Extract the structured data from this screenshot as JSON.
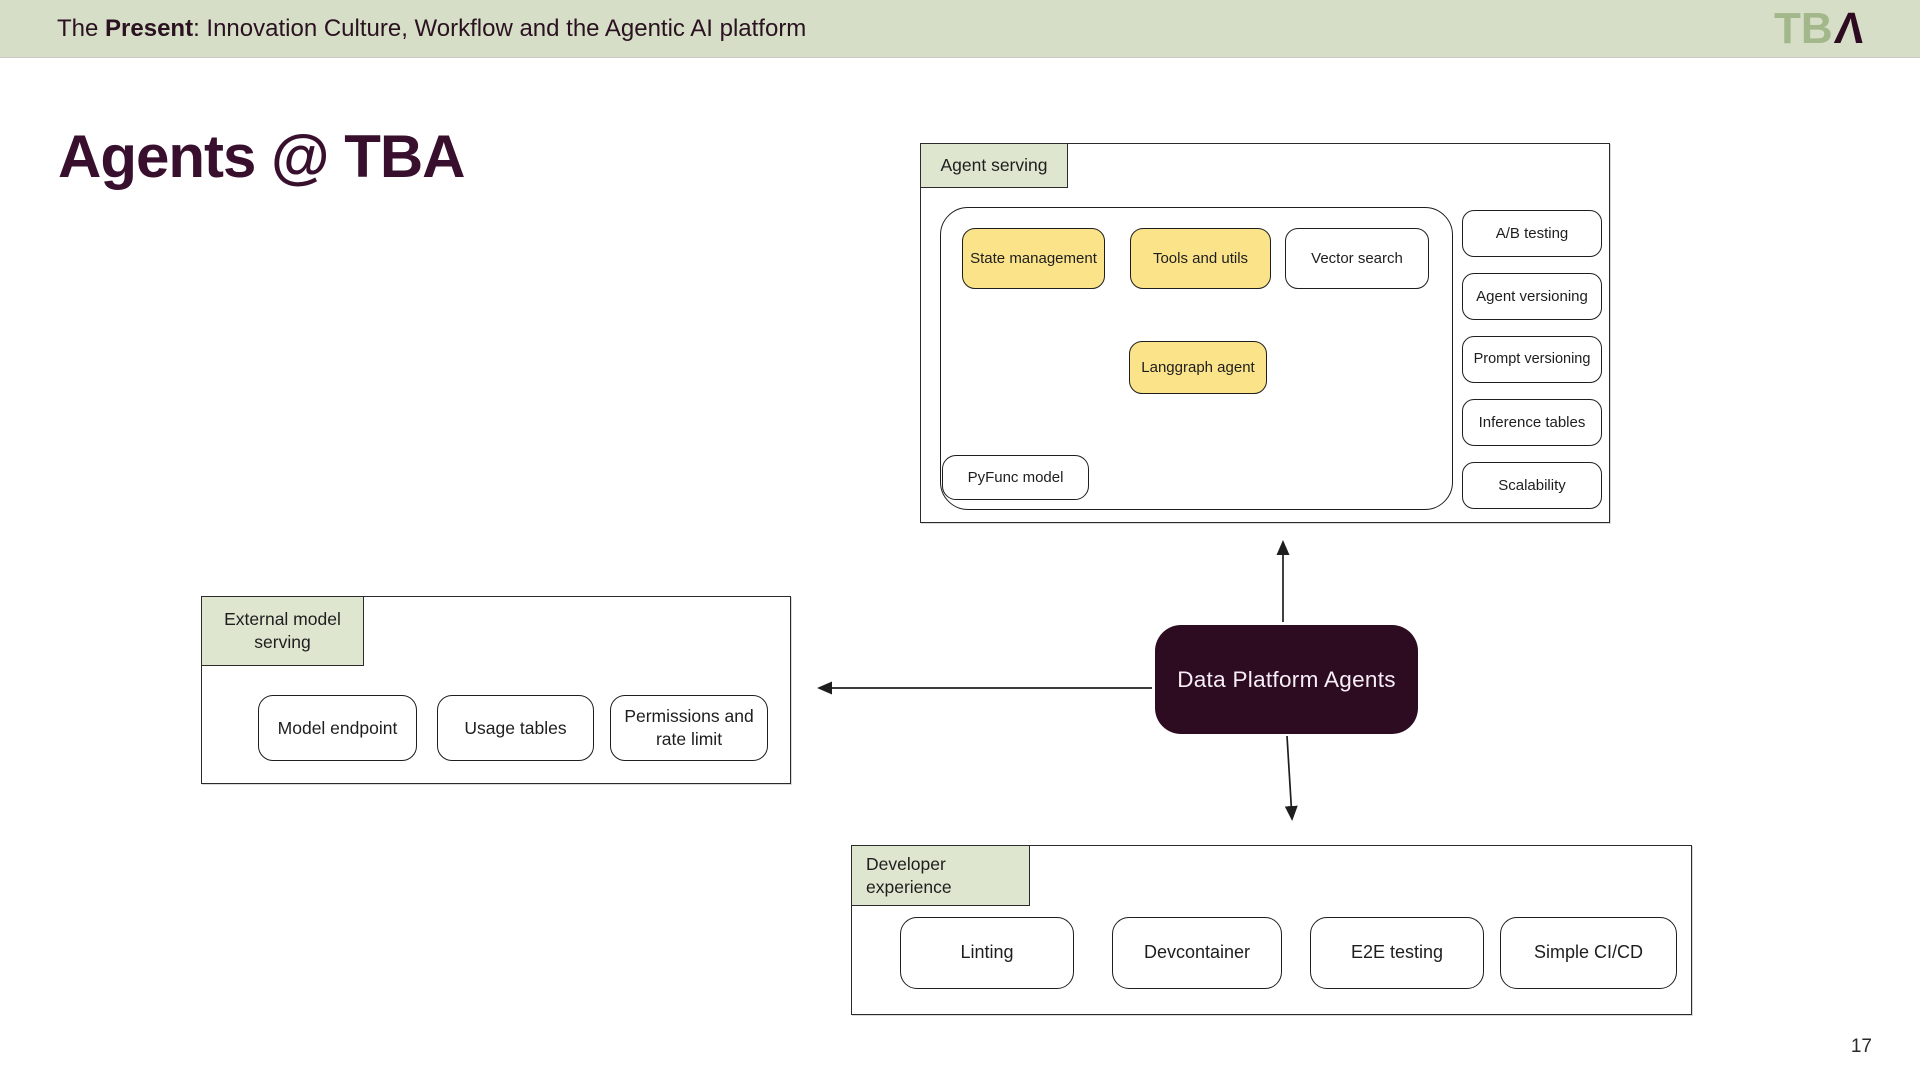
{
  "header": {
    "title_prefix": "The ",
    "title_bold": "Present",
    "title_suffix": ": Innovation Culture, Workflow and the Agentic AI platform",
    "logo": {
      "tb": "TB",
      "lambda": "Λ"
    }
  },
  "page": {
    "title": "Agents @ TBA",
    "number": "17"
  },
  "colors": {
    "header_bg": "#d7dec7",
    "tab_bg": "#dfe6d0",
    "node_yellow": "#fbe38a",
    "hub_bg": "#2d0c22",
    "title_ink": "#38102e",
    "logo_green": "#a2b88b",
    "ink": "#1e1e1e"
  },
  "diagram": {
    "agent_serving": {
      "label": "Agent serving",
      "nodes": {
        "state_management": "State management",
        "tools_and_utils": "Tools and utils",
        "vector_search": "Vector search",
        "langgraph_agent": "Langgraph agent",
        "pyfunc_model": "PyFunc model"
      },
      "features": [
        "A/B testing",
        "Agent versioning",
        "Prompt versioning",
        "Inference tables",
        "Scalability"
      ]
    },
    "external_model_serving": {
      "label": "External model serving",
      "nodes": [
        "Model endpoint",
        "Usage tables",
        "Permissions and rate limit"
      ]
    },
    "developer_experience": {
      "label": "Developer experience",
      "nodes": [
        "Linting",
        "Devcontainer",
        "E2E testing",
        "Simple CI/CD"
      ]
    },
    "hub": {
      "label": "Data Platform Agents"
    }
  }
}
